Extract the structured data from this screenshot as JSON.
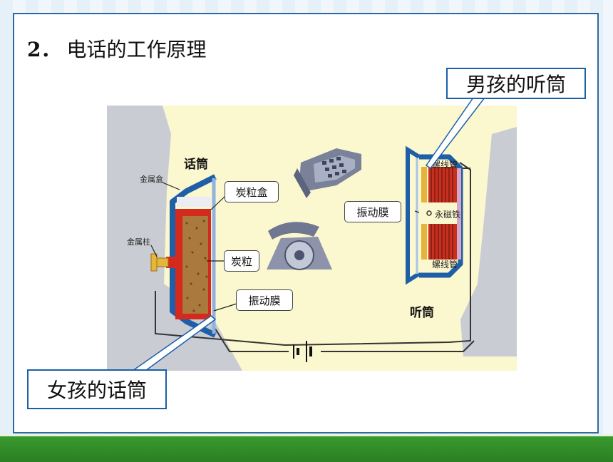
{
  "title": {
    "number": "2．",
    "text": "电话的工作原理"
  },
  "callouts": {
    "boy_receiver": "男孩的听筒",
    "girl_transmitter": "女孩的话筒"
  },
  "transmitter": {
    "heading": "话筒",
    "metal_box": "金属盒",
    "metal_post": "金属柱",
    "carbon_box": "炭粒盒",
    "carbon_granules": "炭粒",
    "diaphragm": "振动膜"
  },
  "receiver": {
    "heading": "听筒",
    "solenoid_top": "螺线管",
    "solenoid_bottom": "螺线管",
    "permanent_magnet": "永磁铁",
    "diaphragm": "振动膜"
  },
  "colors": {
    "frame_border": "#2c6aa0",
    "callout_border": "#1a5fa8",
    "diagram_bg": "#fbf7cf",
    "housing_blue": "#1e5fa8",
    "carbon_box_red": "#d42a1e",
    "coil_red": "#b3261e",
    "bottom_bar": "#2f8a26"
  },
  "icons": [
    "desk-phone-icon",
    "rotary-phone-icon",
    "battery-icon"
  ]
}
